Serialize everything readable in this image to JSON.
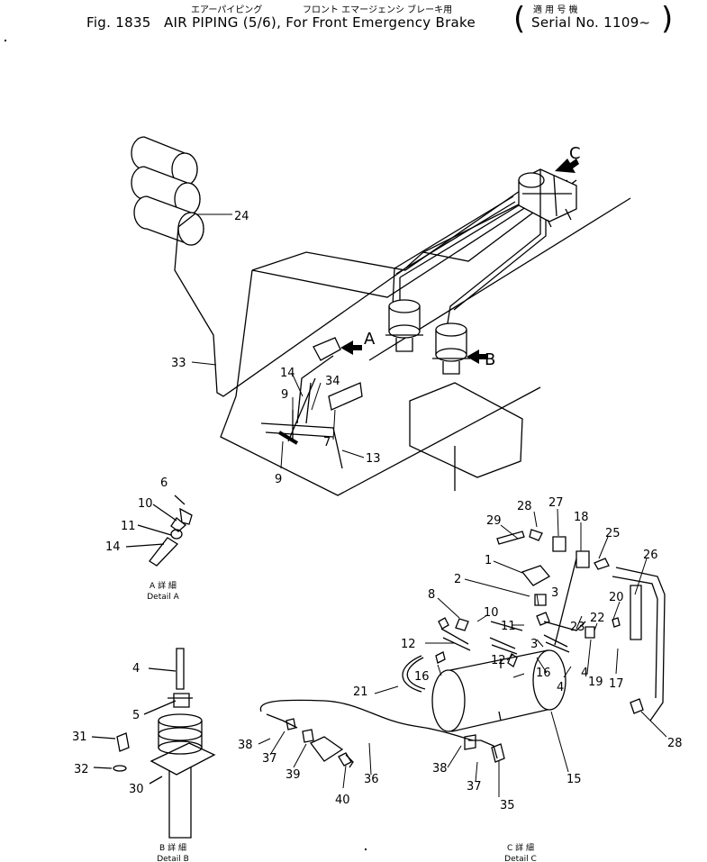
{
  "header": {
    "fig_label": "Fig. 1835",
    "title_jp": "エアーパイピング",
    "title_en": "AIR PIPING (5/6), For Front Emergency Brake",
    "subtitle_jp": "フロント エマージェンシ ブレーキ用",
    "serial_jp": "適 用 号 機",
    "serial_en": "Serial No. 1109~"
  },
  "views": {
    "arrow_a": "A",
    "arrow_b": "B",
    "arrow_c": "C"
  },
  "details": {
    "detail_a_jp": "A 詳 細",
    "detail_a_en": "Detail A",
    "detail_b_jp": "B 詳 細",
    "detail_b_en": "Detail B",
    "detail_c_jp": "C 詳 細",
    "detail_c_en": "Detail C"
  },
  "callouts": {
    "main_24": "24",
    "main_33": "33",
    "main_14": "14",
    "main_34": "34",
    "main_9a": "9",
    "main_7": "7",
    "main_13": "13",
    "main_9b": "9",
    "a_6": "6",
    "a_10": "10",
    "a_11": "11",
    "a_14": "14",
    "b_4": "4",
    "b_5": "5",
    "b_31": "31",
    "b_32": "32",
    "b_30": "30",
    "c_29": "29",
    "c_28a": "28",
    "c_27": "27",
    "c_18": "18",
    "c_25": "25",
    "c_26": "26",
    "c_1": "1",
    "c_2": "2",
    "c_8": "8",
    "c_10": "10",
    "c_3a": "3",
    "c_11": "11",
    "c_20": "20",
    "c_22": "22",
    "c_23": "23",
    "c_12a": "12",
    "c_12b": "12",
    "c_3b": "3",
    "c_16a": "16",
    "c_16b": "16",
    "c_4a": "4",
    "c_4b": "4",
    "c_19": "19",
    "c_17": "17",
    "c_21": "21",
    "c_28b": "28",
    "c_38a": "38",
    "c_37a": "37",
    "c_39": "39",
    "c_36": "36",
    "c_40": "40",
    "c_38b": "38",
    "c_37b": "37",
    "c_35": "35",
    "c_15": "15"
  }
}
